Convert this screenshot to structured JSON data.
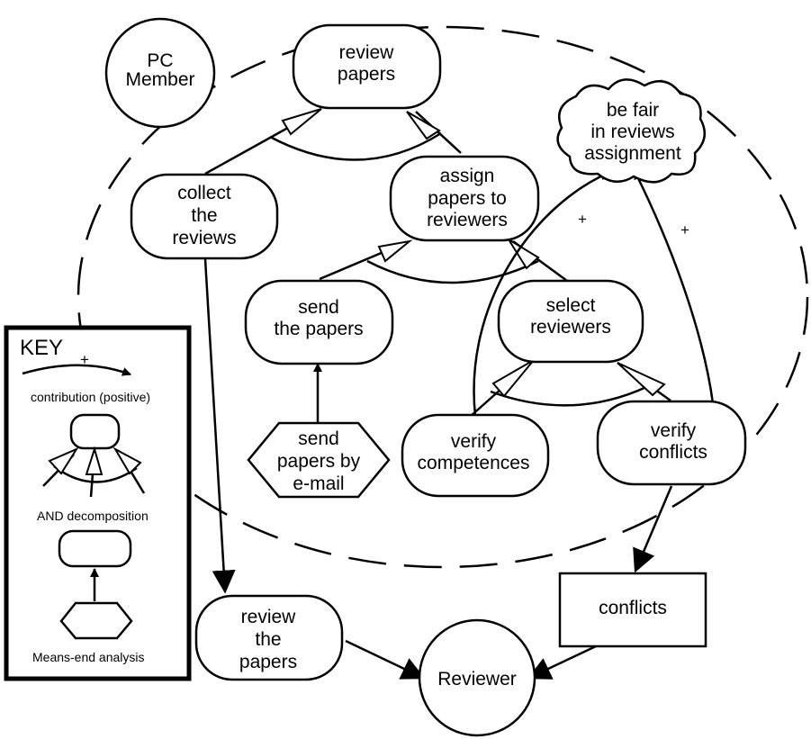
{
  "actors": {
    "pc_member": [
      "PC",
      "Member"
    ],
    "reviewer": [
      "Reviewer"
    ]
  },
  "goals": {
    "review_papers": [
      "review",
      "papers"
    ],
    "collect_reviews": [
      "collect",
      "the",
      "reviews"
    ],
    "assign_papers": [
      "assign",
      "papers to",
      "reviewers"
    ],
    "send_papers": [
      "send",
      "the papers"
    ],
    "select_reviewers": [
      "select",
      "reviewers"
    ],
    "verify_competences": [
      "verify",
      "competences"
    ],
    "verify_conflicts": [
      "verify",
      "conflicts"
    ],
    "review_the_papers": [
      "review",
      "the",
      "papers"
    ]
  },
  "softgoal": [
    "be fair",
    "in reviews",
    "assignment"
  ],
  "task": [
    "send",
    "papers by",
    "e-mail"
  ],
  "resource": "conflicts",
  "contributions": {
    "competences_plus": "+",
    "conflicts_plus": "+"
  },
  "key": {
    "title": "KEY",
    "contribution_sign": "+",
    "contribution_caption": "contribution (positive)",
    "and_caption": "AND decomposition",
    "means_end_caption": "Means-end analysis"
  }
}
